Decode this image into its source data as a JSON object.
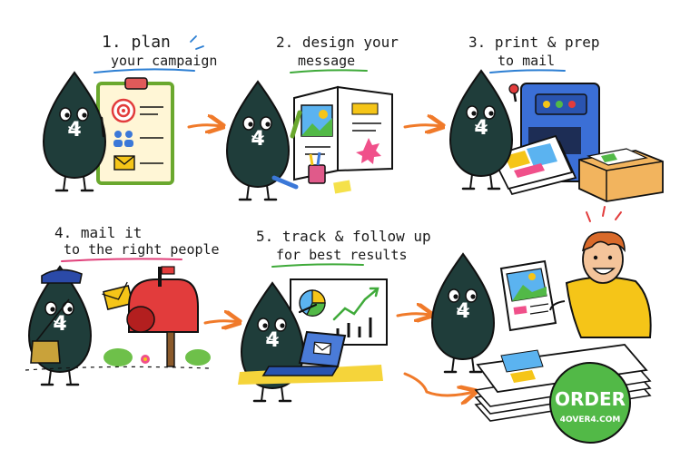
{
  "colors": {
    "mascot": "#1f3d3a",
    "mascot_text": "#ffffff",
    "arrow": "#f07a2a",
    "underline_blue": "#2d7fd3",
    "underline_green": "#3faa3a",
    "underline_pink": "#e0407a",
    "badge": "#52b947",
    "mailbox": "#e23c3c",
    "printer": "#3b6fd6",
    "laptop": "#4a7bd8",
    "postcard_yellow": "#f5c518",
    "postcard_pink": "#f0508a"
  },
  "steps": [
    {
      "number": "1.",
      "line1": "plan",
      "line2": "your campaign"
    },
    {
      "number": "2.",
      "line1": "design your",
      "line2": "message"
    },
    {
      "number": "3.",
      "line1": "print & prep",
      "line2": "to mail"
    },
    {
      "number": "4.",
      "line1": "mail it",
      "line2": "to the right people"
    },
    {
      "number": "5.",
      "line1": "track & follow up",
      "line2": "for best results"
    }
  ],
  "mascot_label": "4",
  "badge": {
    "title": "ORDER",
    "url": "4OVER4.COM"
  },
  "icons": [
    "clipboard-icon",
    "target-icon",
    "people-icon",
    "envelope-icon",
    "brochure-icon",
    "pencil-icon",
    "printer-icon",
    "box-icon",
    "mailbox-icon",
    "mailbag-icon",
    "laptop-icon",
    "pie-chart-icon",
    "line-chart-icon",
    "postcard-stack-icon"
  ]
}
